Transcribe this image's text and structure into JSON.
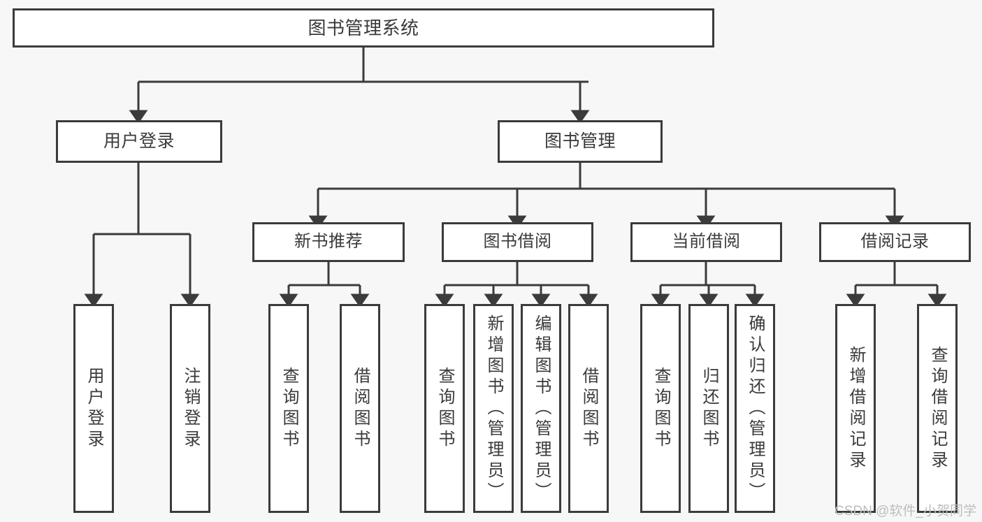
{
  "diagram": {
    "type": "tree-hierarchy",
    "title": "图书管理系统",
    "watermark": "CSDN @软件_小贺同学",
    "colors": {
      "background": "#f7f7f7",
      "box_fill": "#ffffff",
      "box_border": "#3b3b3b",
      "text": "#3a3a3a",
      "watermark": "#bdbdbd"
    },
    "root": {
      "label": "图书管理系统"
    },
    "level2": [
      {
        "id": "user-login",
        "label": "用户登录"
      },
      {
        "id": "book-manage",
        "label": "图书管理"
      }
    ],
    "level3": [
      {
        "id": "new-book-recommend",
        "label": "新书推荐"
      },
      {
        "id": "book-borrow",
        "label": "图书借阅"
      },
      {
        "id": "current-borrow",
        "label": "当前借阅"
      },
      {
        "id": "borrow-record",
        "label": "借阅记录"
      }
    ],
    "leaves": {
      "user_login": [
        {
          "id": "leaf-user-login",
          "label": "用户登录"
        },
        {
          "id": "leaf-logout-login",
          "label": "注销登录"
        }
      ],
      "new_book_recommend": [
        {
          "id": "leaf-query-book-1",
          "label": "查询图书"
        },
        {
          "id": "leaf-borrow-book-1",
          "label": "借阅图书"
        }
      ],
      "book_borrow": [
        {
          "id": "leaf-query-book-2",
          "label": "查询图书"
        },
        {
          "id": "leaf-add-book",
          "label": "新增图书（管理员）"
        },
        {
          "id": "leaf-edit-book",
          "label": "编辑图书（管理员）"
        },
        {
          "id": "leaf-borrow-book-2",
          "label": "借阅图书"
        }
      ],
      "current_borrow": [
        {
          "id": "leaf-query-book-3",
          "label": "查询图书"
        },
        {
          "id": "leaf-return-book",
          "label": "归还图书"
        },
        {
          "id": "leaf-confirm-return",
          "label": "确认归还（管理员）"
        }
      ],
      "borrow_record": [
        {
          "id": "leaf-add-record",
          "label": "新增借阅记录"
        },
        {
          "id": "leaf-query-record",
          "label": "查询借阅记录"
        }
      ]
    }
  }
}
